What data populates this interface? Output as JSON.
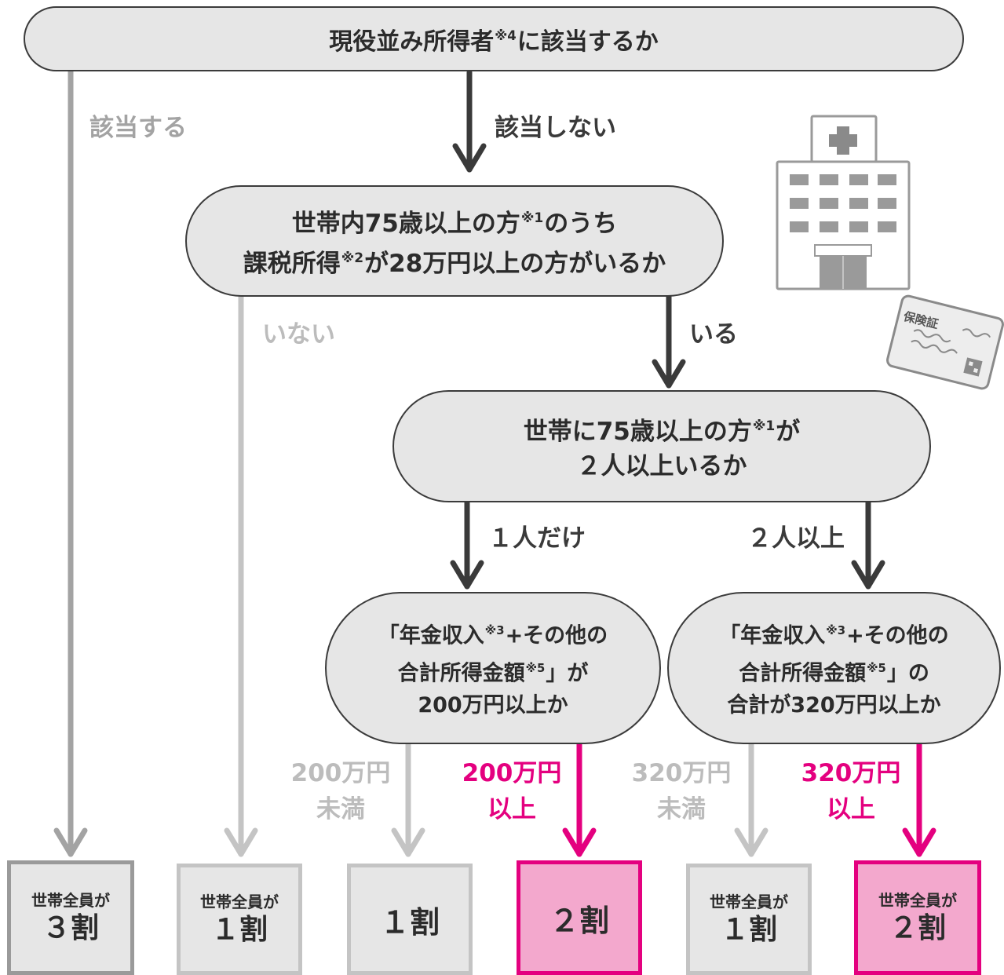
{
  "nodes": {
    "q1": {
      "text": "現役並み所得者",
      "note": "※4",
      "text_after": "に該当するか"
    },
    "q2": {
      "line1_pre": "世帯内75歳以上の方",
      "line1_note": "※1",
      "line1_post": "のうち",
      "line2_pre": "課税所得",
      "line2_note": "※2",
      "line2_post": "が28万円以上の方がいるか"
    },
    "q3": {
      "line1_pre": "世帯に75歳以上の方",
      "line1_note": "※1",
      "line1_post": "が",
      "line2": "２人以上いるか"
    },
    "q4": {
      "line1_pre": "「年金収入",
      "line1_note": "※3",
      "line1_post": "+その他の",
      "line2_pre": "合計所得金額",
      "line2_note": "※5",
      "line2_post": "」が",
      "line3": "200万円以上か"
    },
    "q5": {
      "line1_pre": "「年金収入",
      "line1_note": "※3",
      "line1_post": "+その他の",
      "line2_pre": "合計所得金額",
      "line2_note": "※5",
      "line2_post": "」の",
      "line3": "合計が320万円以上か"
    }
  },
  "labels": {
    "applies": "該当する",
    "not_applies": "該当しない",
    "none": "いない",
    "exists": "いる",
    "one_only": "１人だけ",
    "two_or_more": "２人以上",
    "under_200_l1": "200万円",
    "under_200_l2": "未満",
    "over_200_l1": "200万円",
    "over_200_l2": "以上",
    "under_320_l1": "320万円",
    "under_320_l2": "未満",
    "over_320_l1": "320万円",
    "over_320_l2": "以上"
  },
  "results": [
    {
      "small": "世帯全員が",
      "big": "３割"
    },
    {
      "small": "世帯全員が",
      "big": "１割"
    },
    {
      "small": "",
      "big": "１割"
    },
    {
      "small": "",
      "big": "２割"
    },
    {
      "small": "世帯全員が",
      "big": "１割"
    },
    {
      "small": "世帯全員が",
      "big": "２割"
    }
  ],
  "illustration": {
    "card_label": "保険証",
    "icons": [
      "hospital-icon",
      "insurance-card-icon"
    ]
  },
  "colors": {
    "dark": "#3a3a3a",
    "gray": "#a3a3a3",
    "light_gray": "#c4c4c4",
    "pink": "#e4007f",
    "pink_fill": "#f3a8cd",
    "box_fill": "#e6e6e6"
  }
}
